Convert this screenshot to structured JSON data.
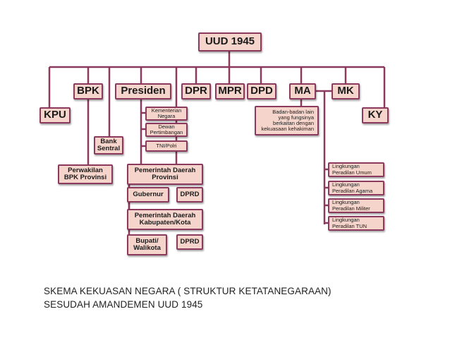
{
  "nodes": {
    "uud": "UUD 1945",
    "bpk": "BPK",
    "presiden": "Presiden",
    "dpr": "DPR",
    "mpr": "MPR",
    "dpd": "DPD",
    "ma": "MA",
    "mk": "MK",
    "kpu": "KPU",
    "ky": "KY",
    "kementerian": "Kementerian\nNegara",
    "dewan": "Dewan\nPertimbangan",
    "tni": "TNI/Polri",
    "bank": "Bank\nSentral",
    "perwakilan": "Perwakilan\nBPK Provinsi",
    "pemda_prov": "Pemerintah Daerah\nProvinsi",
    "gubernur": "Gubernur",
    "dprd_prov": "DPRD",
    "pemda_kab": "Pemerintah Daerah\nKabupaten/Kota",
    "bupati": "Bupati/\nWalikota",
    "dprd_kab": "DPRD",
    "badan": "Badan-badan lain\nyang fungsinya\nberkaitan dengan\nkekuasaan kehakiman",
    "lk_umum": "Lingkungan\nPeradilan Umum",
    "lk_agama": "Lingkungan\nPeradilan Agama",
    "lk_militer": "Lingkungan\nPeradilan Militer",
    "lk_tun": "Lingkungan\nPeradilan TUN"
  },
  "caption": {
    "line1": "SKEMA KEKUASAN NEGARA ( STRUKTUR KETATANEGARAAN)",
    "line2": "SESUDAH AMANDEMEN UUD 1945"
  },
  "colors": {
    "box_fill": "#f5d5cb",
    "box_border": "#8b3a5e",
    "line": "#8b3a5e"
  }
}
